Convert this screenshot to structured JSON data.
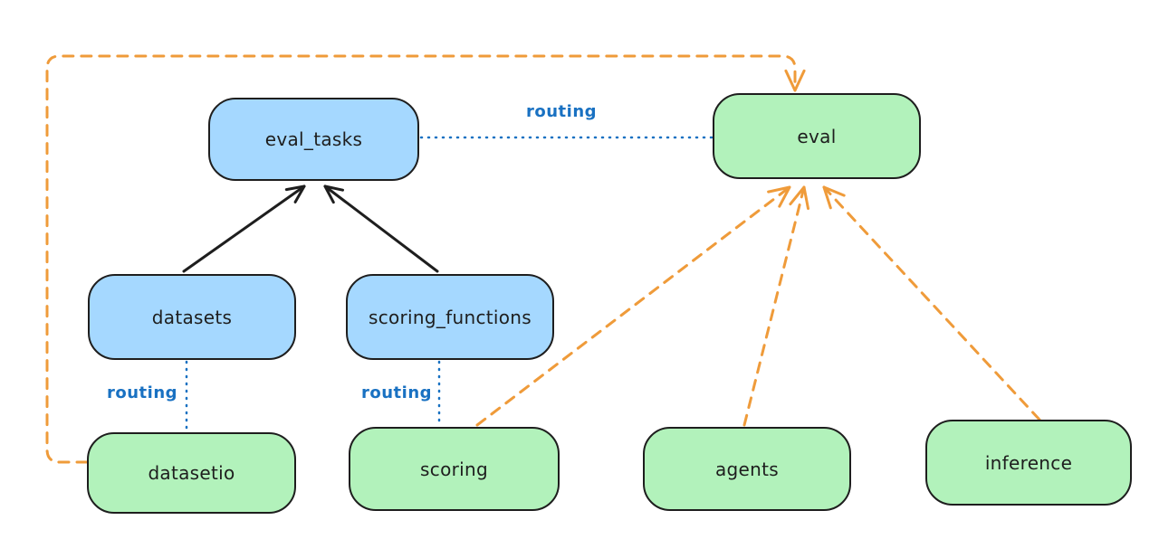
{
  "colors": {
    "background": "#ffffff",
    "node_stroke": "#1e1e1e",
    "blue_node_fill": "#a5d8ff",
    "green_node_fill": "#b2f2bb",
    "routing_color": "#1971c2",
    "provider_arrow_color": "#ef9b3a",
    "dependency_arrow_color": "#1e1e1e"
  },
  "nodes": {
    "eval_tasks": {
      "label": "eval_tasks",
      "fill": "blue"
    },
    "eval": {
      "label": "eval",
      "fill": "green"
    },
    "datasets": {
      "label": "datasets",
      "fill": "blue"
    },
    "scoring_functions": {
      "label": "scoring_functions",
      "fill": "blue"
    },
    "datasetio": {
      "label": "datasetio",
      "fill": "green"
    },
    "scoring": {
      "label": "scoring",
      "fill": "green"
    },
    "agents": {
      "label": "agents",
      "fill": "green"
    },
    "inference": {
      "label": "inference",
      "fill": "green"
    }
  },
  "labels": {
    "routing_top": "routing",
    "routing_left": "routing",
    "routing_mid": "routing"
  },
  "edges": [
    {
      "from": "datasets",
      "to": "eval_tasks",
      "style": "solid-arrow",
      "color": "black"
    },
    {
      "from": "scoring_functions",
      "to": "eval_tasks",
      "style": "solid-arrow",
      "color": "black"
    },
    {
      "from": "eval_tasks",
      "to": "eval",
      "style": "dotted-line",
      "color": "blue",
      "label": "routing"
    },
    {
      "from": "datasets",
      "to": "datasetio",
      "style": "dotted-line",
      "color": "blue",
      "label": "routing"
    },
    {
      "from": "scoring_functions",
      "to": "scoring",
      "style": "dotted-line",
      "color": "blue",
      "label": "routing"
    },
    {
      "from": "datasetio",
      "to": "eval",
      "style": "dashed-arrow",
      "color": "orange"
    },
    {
      "from": "scoring",
      "to": "eval",
      "style": "dashed-arrow",
      "color": "orange"
    },
    {
      "from": "agents",
      "to": "eval",
      "style": "dashed-arrow",
      "color": "orange"
    },
    {
      "from": "inference",
      "to": "eval",
      "style": "dashed-arrow",
      "color": "orange"
    }
  ]
}
